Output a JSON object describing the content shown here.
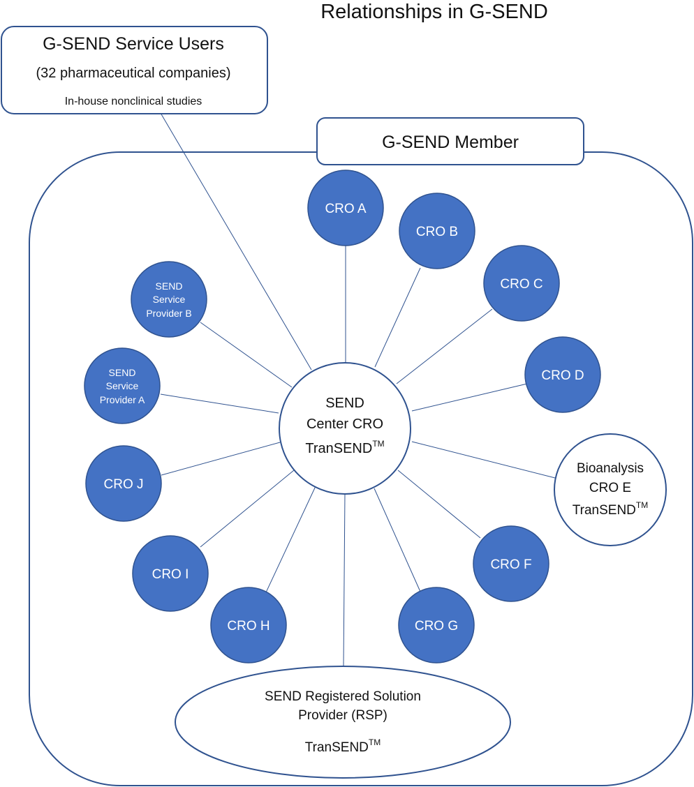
{
  "title": "Relationships in G-SEND",
  "service_users": {
    "heading": "G-SEND Service Users",
    "subheading": "(32 pharmaceutical companies)",
    "note": "In-house nonclinical studies"
  },
  "member_label": "G-SEND Member",
  "center": {
    "line1": "SEND",
    "line2": "Center CRO",
    "line3": "TranSEND",
    "mark": "TM"
  },
  "satellites": {
    "cro_a": "CRO A",
    "cro_b": "CRO B",
    "cro_c": "CRO C",
    "cro_d": "CRO D",
    "cro_f": "CRO F",
    "cro_g": "CRO G",
    "cro_h": "CRO H",
    "cro_i": "CRO I",
    "cro_j": "CRO J",
    "provider_a": [
      "SEND",
      "Service",
      "Provider A"
    ],
    "provider_b": [
      "SEND",
      "Service",
      "Provider B"
    ]
  },
  "bioanalysis": {
    "line1": "Bioanalysis",
    "line2": "CRO E",
    "line3": "TranSEND",
    "mark": "TM"
  },
  "rsp": {
    "line1": "SEND Registered Solution",
    "line2": "Provider (RSP)",
    "line3": "TranSEND",
    "mark": "TM"
  },
  "colors": {
    "node_fill": "#4472C4",
    "outline": "#2F528F",
    "connector": "#2F528F"
  }
}
